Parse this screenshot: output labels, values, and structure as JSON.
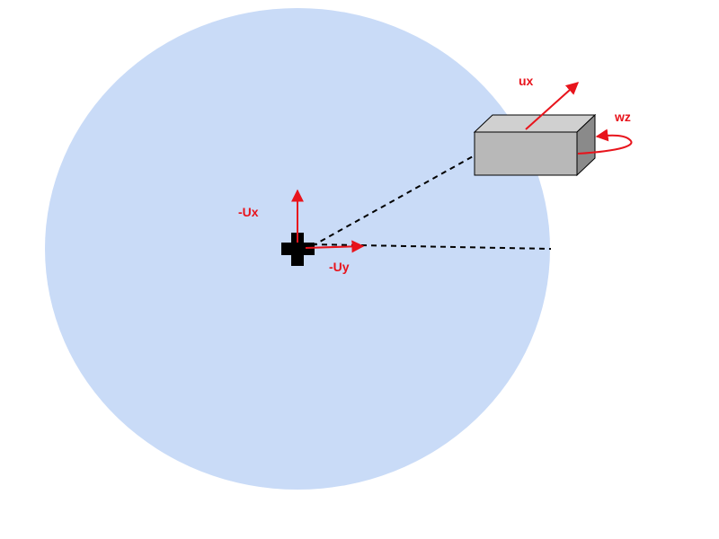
{
  "labels": {
    "neg_ux": "-Ux",
    "neg_uy": "-Uy",
    "ux": "ux",
    "wz": "wz"
  },
  "colors": {
    "disc": "#c9dbf7",
    "arrow": "#e8141c",
    "label": "#e8141c",
    "dashed_line": "#000000",
    "origin_marker": "#000000",
    "box_front": "#b8b8b8",
    "box_top": "#d0d0d0",
    "box_side": "#8a8a8a",
    "box_edge": "#000000"
  },
  "icons": {
    "origin_marker": "cross-icon"
  }
}
